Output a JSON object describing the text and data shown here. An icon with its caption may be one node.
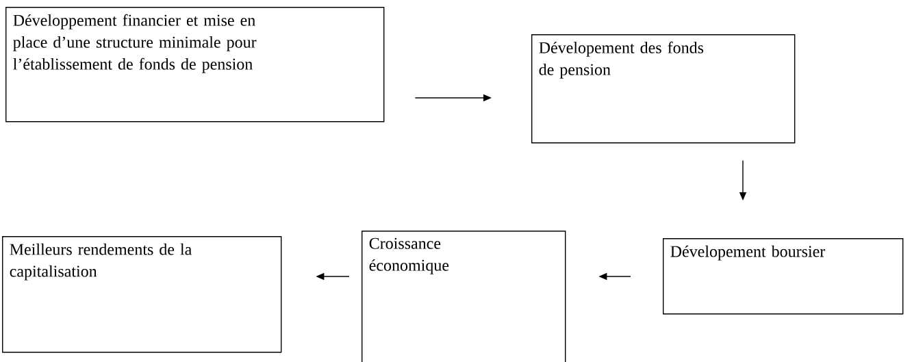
{
  "diagram": {
    "nodes": [
      {
        "text": [
          "Développement financier et mise en place d’une structure minimale pour l’établissement de fonds de pension"
        ]
      },
      {
        "text": [
          "Dévelopement des fonds de pension"
        ]
      },
      {
        "text": [
          "Dévelopement boursier"
        ]
      },
      {
        "text": [
          "Croissance économique"
        ]
      },
      {
        "text": [
          "Meilleurs rendements de la capitalisation"
        ]
      }
    ],
    "edges": [
      {
        "from": 0,
        "to": 1,
        "arrow": "to"
      },
      {
        "from": 1,
        "to": 2,
        "arrow": "to"
      },
      {
        "from": 2,
        "to": 3,
        "arrow": "to"
      },
      {
        "from": 3,
        "to": 4,
        "arrow": "to"
      }
    ]
  }
}
